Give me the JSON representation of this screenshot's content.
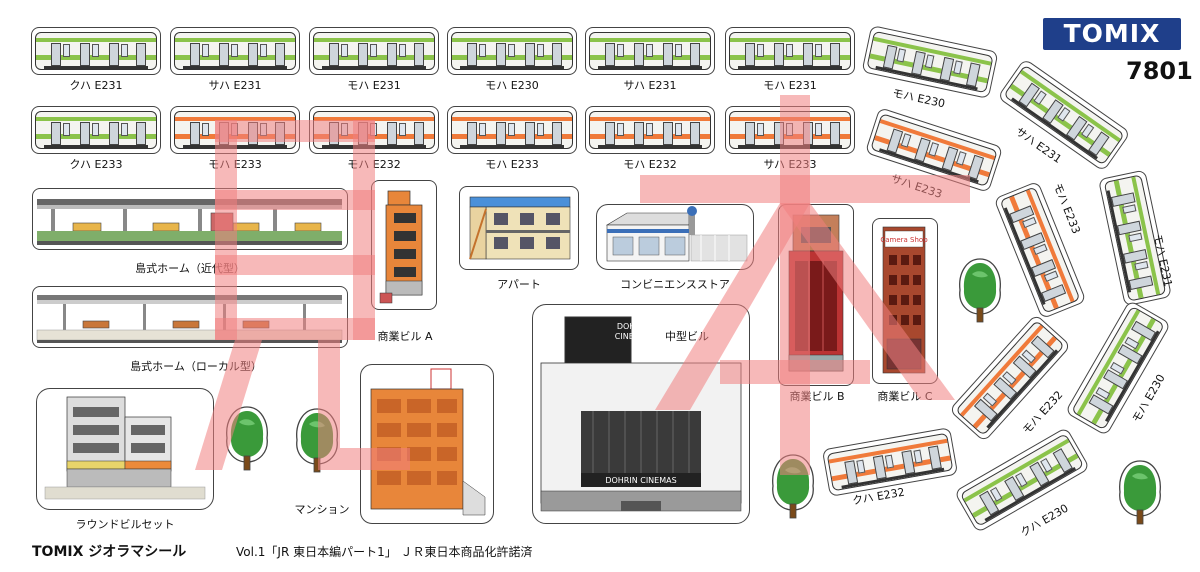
{
  "logo": {
    "brand": "TOMIX",
    "number": "7801",
    "brand_color": "#1f3f8a"
  },
  "footer": {
    "title": "TOMIX ジオラマシール",
    "description": "Vol.1「JR 東日本編パート1」 ＪＲ東日本商品化許諾済"
  },
  "colors": {
    "yamanote_green": "#8bc34a",
    "chuo_orange": "#f07a3a",
    "watermark": "#f08080"
  },
  "cars_row1": [
    "クハ E231",
    "サハ E231",
    "モハ E231",
    "モハ E230",
    "サハ E231",
    "モハ E231"
  ],
  "cars_row2": [
    "クハ E233",
    "モハ E233",
    "モハ E232",
    "モハ E233",
    "モハ E232",
    "サハ E233"
  ],
  "rotated_cars": {
    "moha_e230_top": "モハ E230",
    "saha_e231_right": "サハ E231",
    "saha_e233_mid": "サハ E233",
    "moha_e233_right": "モハ E233",
    "moha_e231_far": "モハ E231",
    "moha_e232_right": "モハ E232",
    "moha_e230_far": "モハ E230",
    "kuha_e232_bottom": "クハ E232",
    "kuha_e230_bottom": "クハ E230"
  },
  "buildings": {
    "platform_modern": "島式ホーム（近代型）",
    "platform_local": "島式ホーム（ローカル型）",
    "commercial_a": "商業ビル A",
    "apartment": "アパート",
    "convenience_store": "コンビニエンスストア",
    "commercial_b": "商業ビル B",
    "commercial_c": "商業ビル C",
    "mid_building": "中型ビル",
    "round_building_set": "ラウンドビルセット",
    "mansion": "マンション",
    "cinema_sign_top": "DOHRIN\nCINEMAS",
    "cinema_sign_band": "DOHRIN CINEMAS",
    "camera_shop_sign": "Camera Shop"
  }
}
